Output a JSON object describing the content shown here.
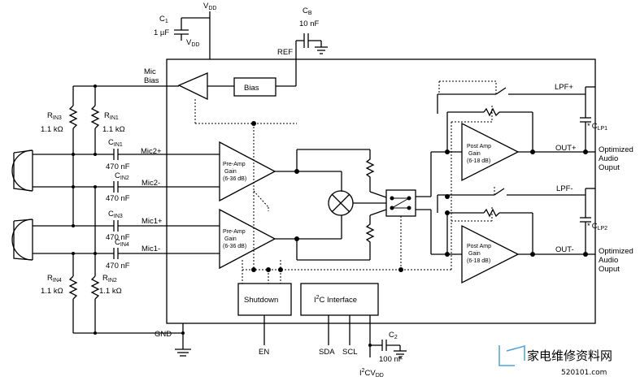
{
  "supply": {
    "vdd": "V",
    "vdd_sub": "DD"
  },
  "cap_c1": {
    "name": "C",
    "name_sub": "1",
    "value": "1 µF",
    "vdd": "V",
    "vdd_sub": "DD"
  },
  "cap_cb": {
    "name": "C",
    "name_sub": "B",
    "value": "10 nF"
  },
  "pins": {
    "ref": "REF",
    "mic_bias_1": "Mic",
    "mic_bias_2": "Bias",
    "mic2p": "Mic2+",
    "mic2n": "Mic2-",
    "mic1p": "Mic1+",
    "mic1n": "Mic1-",
    "gnd": "GND",
    "en": "EN",
    "sda": "SDA",
    "scl": "SCL",
    "lpf_p": "LPF+",
    "lpf_n": "LPF-",
    "out_p": "OUT+",
    "out_n": "OUT-"
  },
  "blocks": {
    "bias": "Bias",
    "preamp": [
      "Pre-Amp",
      "Gain",
      "(6-36 dB)"
    ],
    "postamp": [
      "Post Amp",
      "Gain",
      "(6-18 dB)"
    ],
    "shutdown": "Shutdown",
    "i2c_pre": "I",
    "i2c_sup": "2",
    "i2c_post": "C Interface"
  },
  "resistors": {
    "rin3": {
      "name": "R",
      "sub": "IN3",
      "value": "1.1 kΩ"
    },
    "rin1": {
      "name": "R",
      "sub": "IN1",
      "value": "1.1 kΩ"
    },
    "rin4": {
      "name": "R",
      "sub": "IN4",
      "value": "1.1 kΩ"
    },
    "rin2": {
      "name": "R",
      "sub": "IN2",
      "value": "1.1 kΩ"
    }
  },
  "caps_in": {
    "cin1": {
      "name": "C",
      "sub": "IN1",
      "value": "470 nF"
    },
    "cin2": {
      "name": "C",
      "sub": "IN2",
      "value": "470 nF"
    },
    "cin3": {
      "name": "C",
      "sub": "IN3",
      "value": "470 nF"
    },
    "cin4": {
      "name": "C",
      "sub": "IN4",
      "value": "470 nF"
    }
  },
  "caps_lp": {
    "clp1": {
      "star": "*",
      "name": "C",
      "sub": "LP1"
    },
    "clp2": {
      "star": "*",
      "name": "C",
      "sub": "LP2"
    }
  },
  "cap_c2": {
    "name": "C",
    "name_sub": "2",
    "value": "100 nF",
    "i2cvdd_pre": "I",
    "i2cvdd_sup": "2",
    "i2cvdd_post": "CV",
    "i2cvdd_sub": "DD"
  },
  "outputs": {
    "top": [
      "Optimized",
      "Audio",
      "Ouput"
    ],
    "bottom": [
      "Optimized",
      "Audio",
      "Ouput"
    ]
  },
  "watermark": {
    "logo": "家电维修资料网",
    "url": "520101.com"
  },
  "colors": {
    "line": "#000000",
    "watermark": "#4da3d9"
  }
}
